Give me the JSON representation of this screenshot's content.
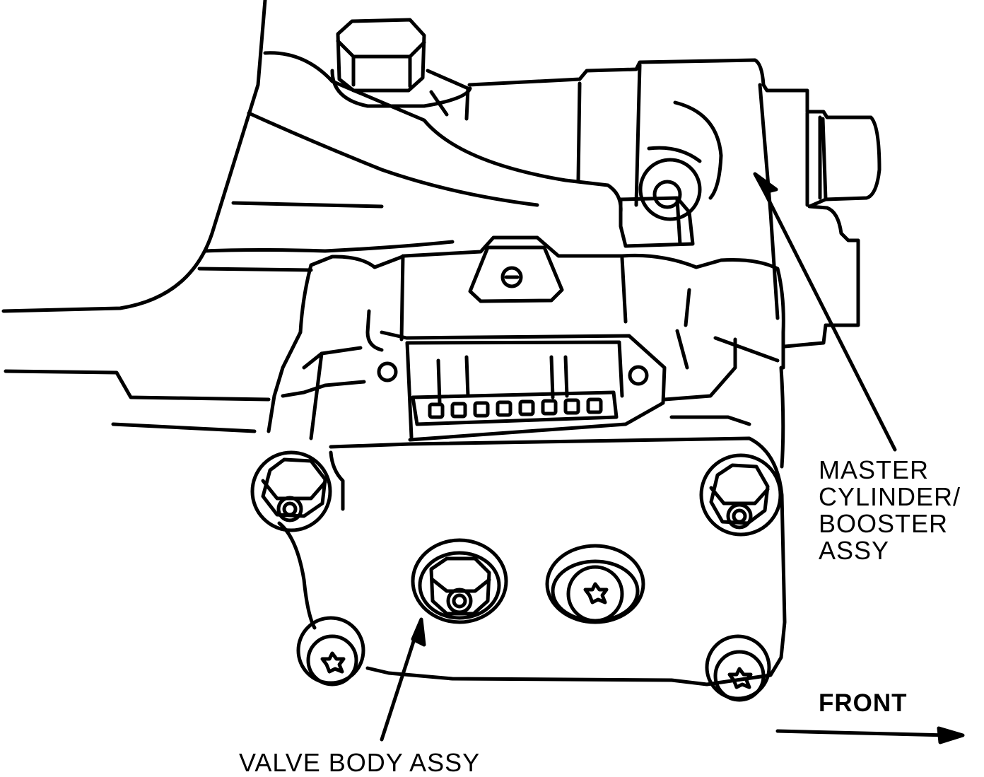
{
  "labels": {
    "master_cylinder": [
      "MASTER",
      "CYLINDER/",
      "BOOSTER",
      "ASSY"
    ],
    "valve_body": "VALVE BODY ASSY",
    "front": "FRONT"
  },
  "colors": {
    "ink": "#000000",
    "paper": "#ffffff"
  }
}
